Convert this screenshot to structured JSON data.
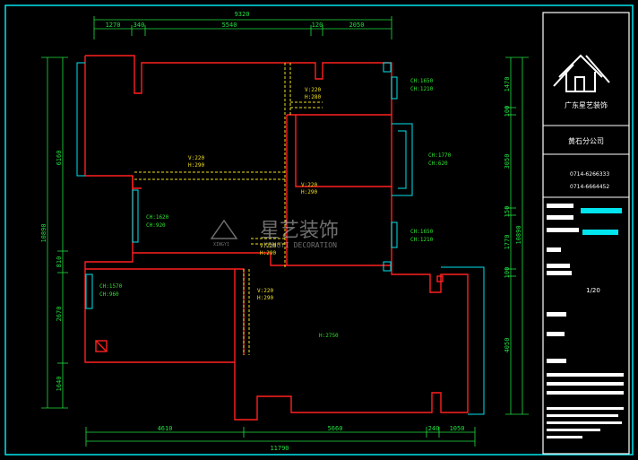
{
  "colors": {
    "wall": "#ff2020",
    "dimension": "#20e040",
    "frame": "#00e5ee",
    "beam": "#f0e020",
    "background": "#000000",
    "title_block": "#ffffff"
  },
  "dimensions": {
    "top_total": "9320",
    "top_segments": [
      "1270",
      "340",
      "5540",
      "120",
      "2050"
    ],
    "bottom_total": "11790",
    "bottom_segments": [
      "4610",
      "5660",
      "240",
      "1050"
    ],
    "left_segments": [
      "6160",
      "10890",
      "810",
      "2670",
      "1640"
    ],
    "right_segments": [
      "1470",
      "100",
      "3050",
      "150",
      "1770",
      "100",
      "4050",
      "10890"
    ]
  },
  "labels": {
    "window_top_right": [
      "CH:1650",
      "CH:1210"
    ],
    "window_right_bay": [
      "CH:1770",
      "CH:620"
    ],
    "window_right_lower": [
      "CH:1650",
      "CH:1210"
    ],
    "window_left_mid": [
      "CH:1620",
      "CH:920"
    ],
    "window_left_low": [
      "CH:1570",
      "CH:960"
    ],
    "beam_top": [
      "V:220",
      "H:280"
    ],
    "beam_mid_left": [
      "V:220",
      "H:290"
    ],
    "beam_mid_right": [
      "V:220",
      "H:290"
    ],
    "beam_center": [
      "V:220",
      "H:290"
    ],
    "beam_lower": [
      "V:220",
      "H:290"
    ],
    "ceiling_height": "H:2750"
  },
  "title_block": {
    "company": "广东星艺装饰",
    "branch": "黄石分公司",
    "phone_1": "0714-6266333",
    "phone_2": "0714-6664452",
    "drawing_no": "1/20"
  },
  "watermark": {
    "cn": "星艺装饰",
    "en": "XINGYI DECORATION",
    "small": "XINGYI"
  }
}
